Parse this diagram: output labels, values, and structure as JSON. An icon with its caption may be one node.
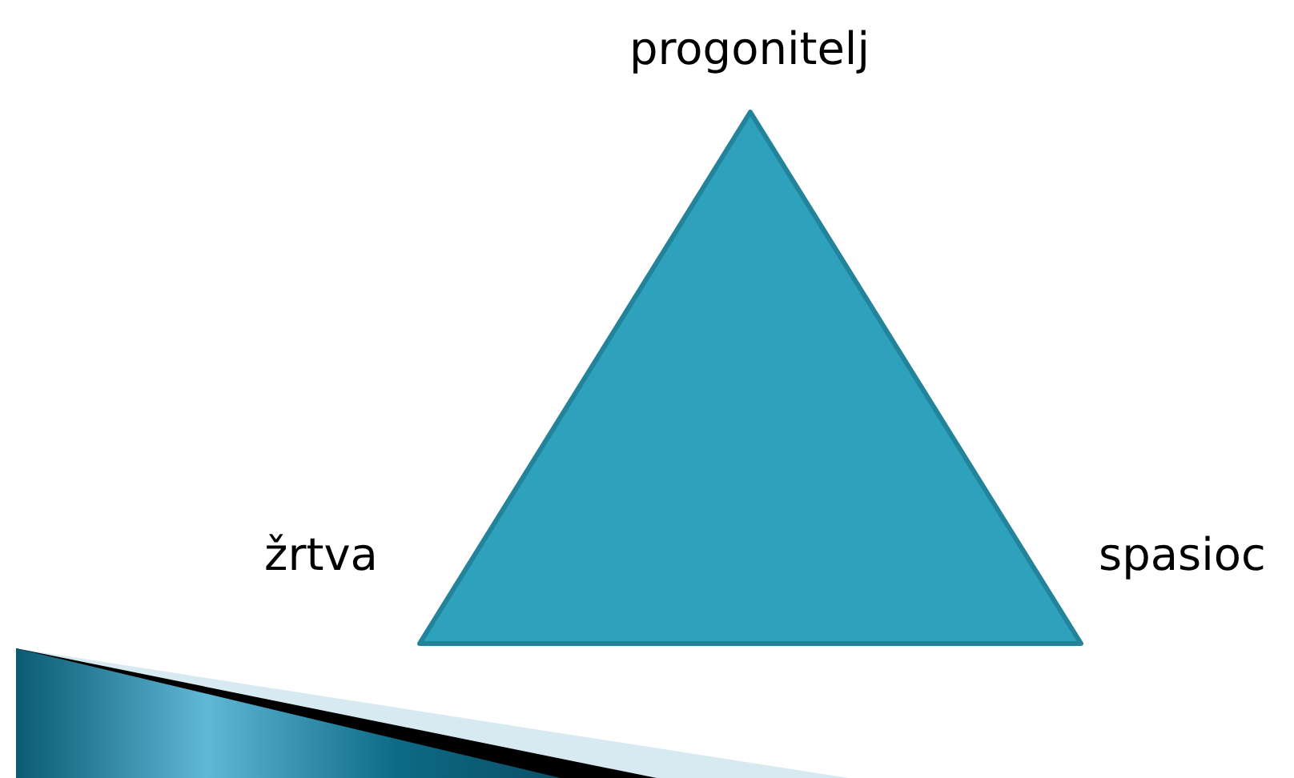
{
  "diagram": {
    "nodes": [
      {
        "text": [],
        "shape": "triangle"
      }
    ],
    "labels": [
      "progonitelj",
      "žrtva",
      "spasioc"
    ]
  }
}
